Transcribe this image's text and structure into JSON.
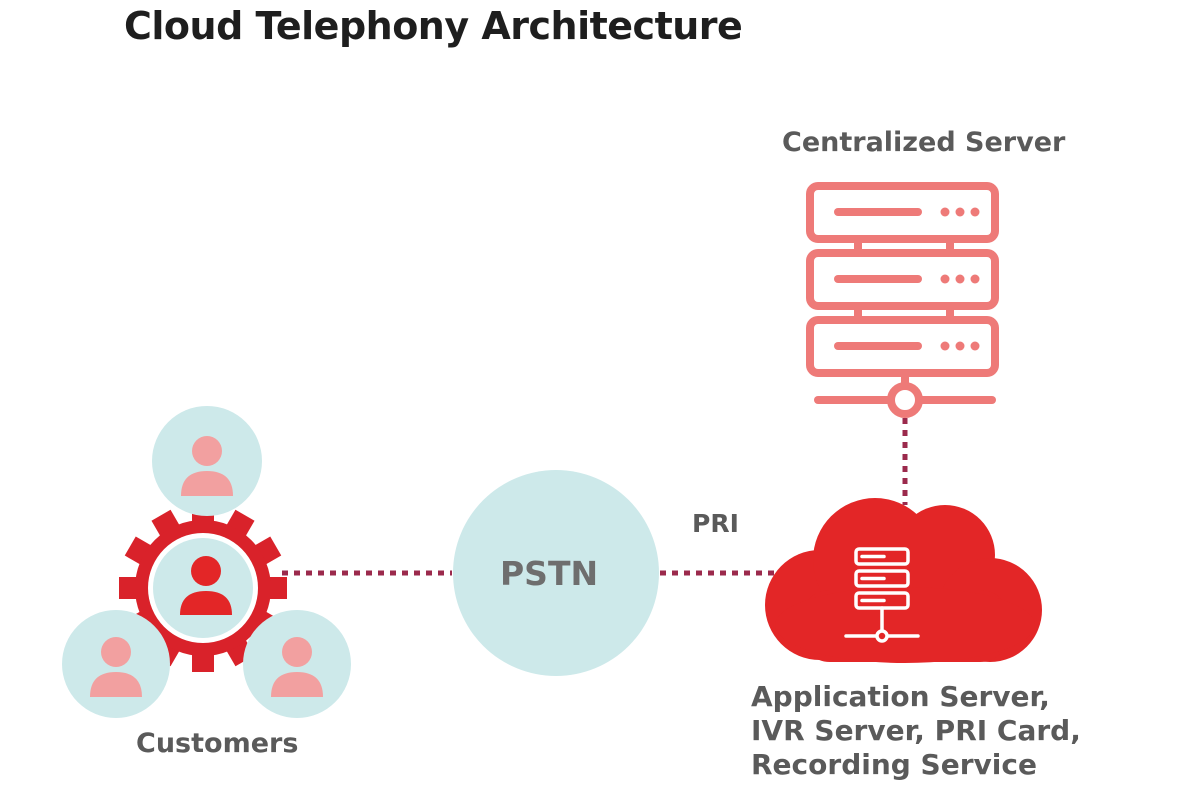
{
  "title": "Cloud Telephony Architecture",
  "labels": {
    "centralized_server": "Centralized Server",
    "pri": "PRI",
    "pstn": "PSTN",
    "customers": "Customers",
    "cloud_services": [
      "Application Server,",
      "IVR Server, PRI Card,",
      "Recording Service"
    ]
  },
  "colors": {
    "server_salmon": "#ee7a78",
    "cloud_red": "#e32627",
    "dotted_link": "#9b2a4c",
    "light_teal": "#cde9ea",
    "person_pink": "#f2a0a0",
    "person_red": "#e32627",
    "gear_red": "#d9222a"
  },
  "icons": [
    "server-rack-icon",
    "cloud-icon",
    "gear-icon",
    "person-icon"
  ]
}
